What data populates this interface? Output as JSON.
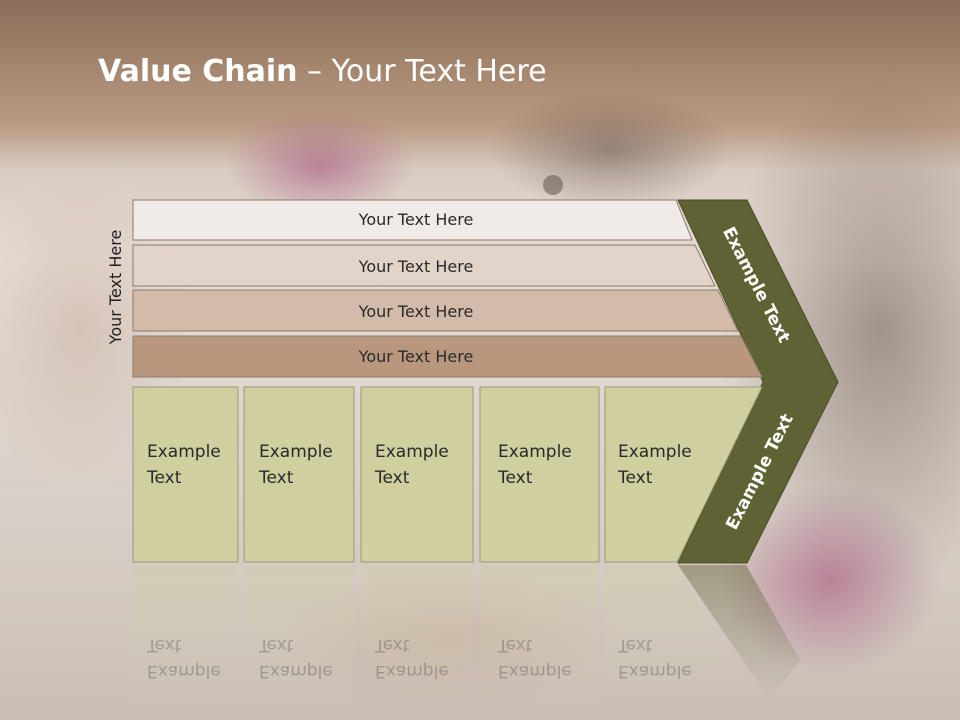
{
  "title": {
    "bold": "Value Chain",
    "rest": " – Your Text Here"
  },
  "side_label": "Your Text Here",
  "rows": [
    {
      "label": "Your Text Here",
      "color": "#f0ebe6"
    },
    {
      "label": "Your Text Here",
      "color": "#e2d4c9"
    },
    {
      "label": "Your Text Here",
      "color": "#d2bba9"
    },
    {
      "label": "Your Text Here",
      "color": "#b9977f"
    }
  ],
  "columns": [
    {
      "line1": "Example",
      "line2": "Text"
    },
    {
      "line1": "Example",
      "line2": "Text"
    },
    {
      "line1": "Example",
      "line2": "Text"
    },
    {
      "line1": "Example",
      "line2": "Text"
    },
    {
      "line1": "Example",
      "line2": "Text"
    }
  ],
  "chevron_top": "Example Text",
  "chevron_bottom": "Example Text",
  "colors": {
    "column_fill": "#cfcfa0",
    "chevron": "#5f6232",
    "row_border": "#8c7a6c"
  }
}
